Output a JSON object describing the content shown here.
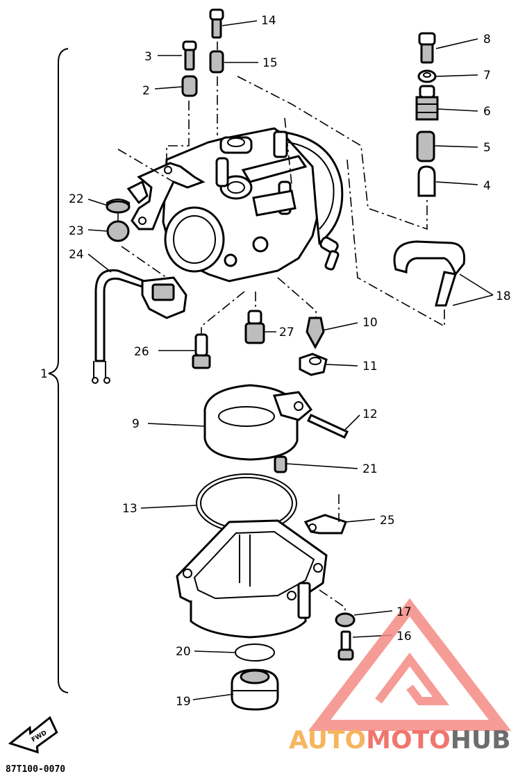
{
  "diagram": {
    "part_labels": [
      "1",
      "2",
      "3",
      "4",
      "5",
      "6",
      "7",
      "8",
      "9",
      "10",
      "11",
      "12",
      "13",
      "14",
      "15",
      "16",
      "17",
      "18",
      "19",
      "20",
      "21",
      "22",
      "23",
      "24",
      "25",
      "26",
      "27"
    ],
    "figure_code": "87T100-0070",
    "fwd_arrow_text": "FWD"
  },
  "watermark": {
    "part1": "AUTO",
    "part2": "MOTO",
    "part3": "HUB",
    "colors": {
      "auto": "#f6b55e",
      "moto": "#f0766d",
      "hub": "#6d6d6d",
      "triangle": "#f48b84"
    }
  }
}
